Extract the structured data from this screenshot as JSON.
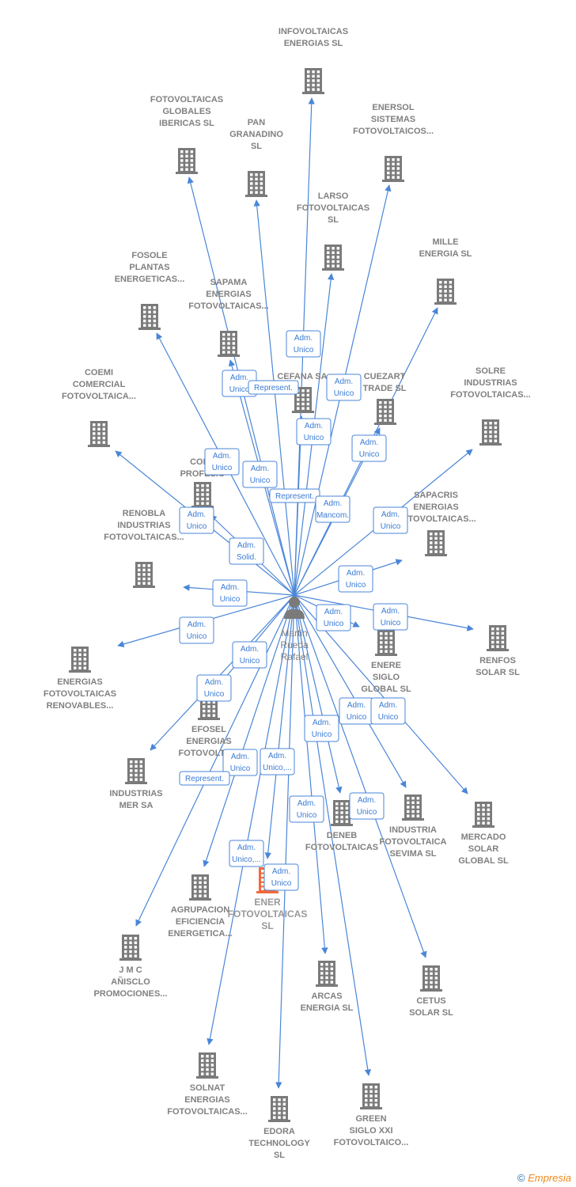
{
  "center": {
    "label": "Martin Rueda Rafael",
    "lines": [
      "Martin",
      "Rueda",
      "Rafael"
    ]
  },
  "companies": [
    {
      "id": "infovoltaicas",
      "lines": [
        "INFOVOLTAICAS",
        "ENERGIAS  SL"
      ]
    },
    {
      "id": "fotovoltaicas-globales",
      "lines": [
        "FOTOVOLTAICAS",
        "GLOBALES",
        "IBERICAS  SL"
      ]
    },
    {
      "id": "pan-granadino",
      "lines": [
        "PAN",
        "GRANADINO",
        "SL"
      ]
    },
    {
      "id": "enersol",
      "lines": [
        "ENERSOL",
        "SISTEMAS",
        "FOTOVOLTAICOS..."
      ]
    },
    {
      "id": "larso",
      "lines": [
        "LARSO",
        "FOTOVOLTAICAS",
        "SL"
      ]
    },
    {
      "id": "mille",
      "lines": [
        "MILLE",
        "ENERGIA  SL"
      ]
    },
    {
      "id": "fosole",
      "lines": [
        "FOSOLE",
        "PLANTAS",
        "ENERGETICAS..."
      ]
    },
    {
      "id": "sapama",
      "lines": [
        "SAPAMA",
        "ENERGIAS",
        "FOTOVOLTAICAS..."
      ]
    },
    {
      "id": "cefana",
      "lines": [
        "CEFANA SA"
      ]
    },
    {
      "id": "cuezart",
      "lines": [
        "CUEZART",
        "TRADE SL"
      ]
    },
    {
      "id": "coemi",
      "lines": [
        "COEMI",
        "COMERCIAL",
        "FOTOVOLTAICA..."
      ]
    },
    {
      "id": "solre",
      "lines": [
        "SOLRE",
        "INDUSTRIAS",
        "FOTOVOLTAICAS..."
      ]
    },
    {
      "id": "conv",
      "lines": [
        "CONV",
        "PROFESIO"
      ]
    },
    {
      "id": "sapacris",
      "lines": [
        "SAPACRIS",
        "ENERGIAS",
        "FOTOVOLTAICAS..."
      ]
    },
    {
      "id": "renobla",
      "lines": [
        "RENOBLA",
        "INDUSTRIAS",
        "FOTOVOLTAICAS..."
      ]
    },
    {
      "id": "renfos",
      "lines": [
        "RENFOS",
        "SOLAR  SL"
      ]
    },
    {
      "id": "enere",
      "lines": [
        "ENERE",
        "SIGLO",
        "GLOBAL  SL"
      ]
    },
    {
      "id": "energias-fotovoltaicas",
      "lines": [
        "ENERGIAS",
        "FOTOVOLTAICAS",
        "RENOVABLES..."
      ]
    },
    {
      "id": "efosel",
      "lines": [
        "EFOSEL",
        "ENERGIAS",
        "FOTOVOLTAIC"
      ]
    },
    {
      "id": "industrias-mer",
      "lines": [
        "INDUSTRIAS",
        "MER SA"
      ]
    },
    {
      "id": "deneb",
      "lines": [
        "DENEB",
        "FOTOVOLTAICAS"
      ]
    },
    {
      "id": "industria-fotovoltaica",
      "lines": [
        "INDUSTRIA",
        "FOTOVOLTAICA",
        "SEVIMA  SL"
      ]
    },
    {
      "id": "mercado-solar",
      "lines": [
        "MERCADO",
        "SOLAR",
        "GLOBAL  SL"
      ]
    },
    {
      "id": "agrupacion",
      "lines": [
        "AGRUPACION",
        "EFICIENCIA",
        "ENERGETICA..."
      ]
    },
    {
      "id": "ener-fotovoltaicas",
      "lines": [
        "ENER",
        "FOTOVOLTAICAS",
        "SL"
      ],
      "highlight": true
    },
    {
      "id": "jmc",
      "lines": [
        "J M C",
        "AÑISCLO",
        "PROMOCIONES..."
      ]
    },
    {
      "id": "arcas",
      "lines": [
        "ARCAS",
        "ENERGIA  SL"
      ]
    },
    {
      "id": "cetus",
      "lines": [
        "CETUS",
        "SOLAR SL"
      ]
    },
    {
      "id": "solnat",
      "lines": [
        "SOLNAT",
        "ENERGIAS",
        "FOTOVOLTAICAS..."
      ]
    },
    {
      "id": "edora",
      "lines": [
        "EDORA",
        "TECHNOLOGY",
        "SL"
      ]
    },
    {
      "id": "green-siglo",
      "lines": [
        "GREEN",
        "SIGLO XXI",
        "FOTOVOLTAICO..."
      ]
    }
  ],
  "relations": [
    {
      "lines": [
        "Adm.",
        "Unico"
      ]
    },
    {
      "lines": [
        "Adm.",
        "Unico"
      ]
    },
    {
      "lines": [
        "Represent."
      ]
    },
    {
      "lines": [
        "Adm.",
        "Unico"
      ]
    },
    {
      "lines": [
        "Adm.",
        "Unico"
      ]
    },
    {
      "lines": [
        "Adm.",
        "Unico"
      ]
    },
    {
      "lines": [
        "Adm.",
        "Unico"
      ]
    },
    {
      "lines": [
        "Adm.",
        "Unico"
      ]
    },
    {
      "lines": [
        "Represent."
      ]
    },
    {
      "lines": [
        "Adm.",
        "Mancom."
      ]
    },
    {
      "lines": [
        "Adm.",
        "Unico"
      ]
    },
    {
      "lines": [
        "Adm.",
        "Unico"
      ]
    },
    {
      "lines": [
        "Adm.",
        "Solid."
      ]
    },
    {
      "lines": [
        "Adm.",
        "Unico"
      ]
    },
    {
      "lines": [
        "Adm.",
        "Unico"
      ]
    },
    {
      "lines": [
        "Adm.",
        "Unico"
      ]
    },
    {
      "lines": [
        "Adm.",
        "Unico"
      ]
    },
    {
      "lines": [
        "Adm.",
        "Unico"
      ]
    },
    {
      "lines": [
        "Adm.",
        "Unico"
      ]
    },
    {
      "lines": [
        "Adm.",
        "Unico"
      ]
    },
    {
      "lines": [
        "Adm.",
        "Unico"
      ]
    },
    {
      "lines": [
        "Adm.",
        "Unico"
      ]
    },
    {
      "lines": [
        "Adm.",
        "Unico"
      ]
    },
    {
      "lines": [
        "Adm.",
        "Unico"
      ]
    },
    {
      "lines": [
        "Represent."
      ]
    },
    {
      "lines": [
        "Adm.",
        "Unico,..."
      ]
    },
    {
      "lines": [
        "Adm.",
        "Unico"
      ]
    },
    {
      "lines": [
        "Adm.",
        "Unico"
      ]
    },
    {
      "lines": [
        "Adm.",
        "Unico,..."
      ]
    },
    {
      "lines": [
        "Adm.",
        "Unico"
      ]
    }
  ],
  "footer": {
    "copyright": "©",
    "brand": "Empresia"
  },
  "colors": {
    "edge": "#4a86d8",
    "building": "#7a7a7a",
    "highlight": "#f26b3a",
    "person": "#7a7a7a"
  }
}
